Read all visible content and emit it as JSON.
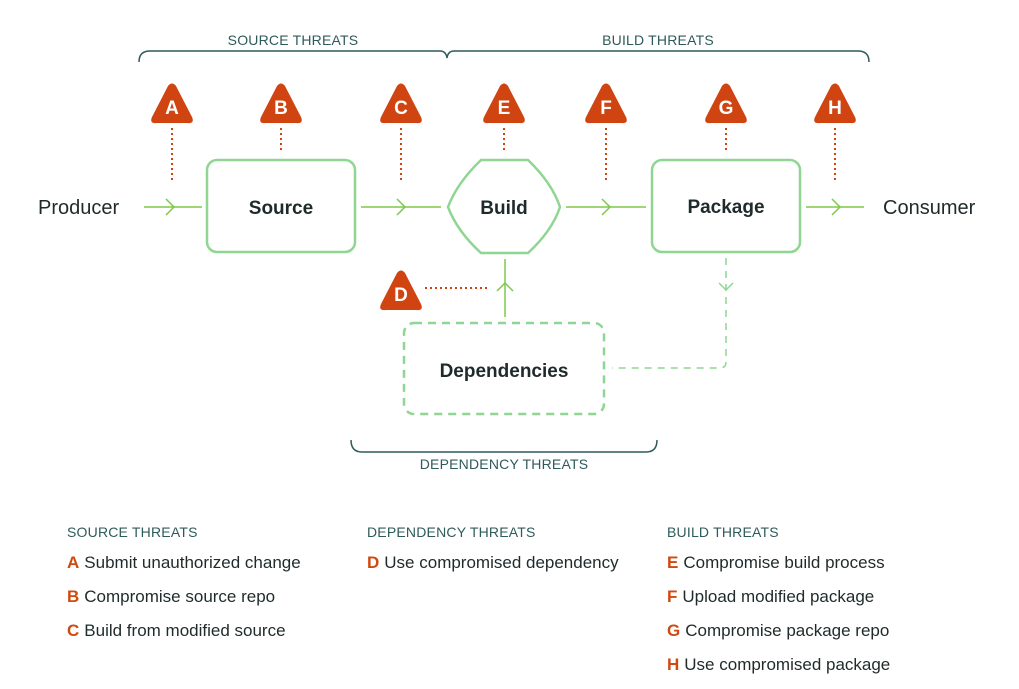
{
  "colors": {
    "threat": "#cf4410",
    "flow": "#8fd693",
    "arrow": "#7ec84a",
    "bracket": "#2f5a5a",
    "text": "#1f2a2a"
  },
  "diagram": {
    "sections": {
      "source": "SOURCE THREATS",
      "build": "BUILD THREATS",
      "dependency": "DEPENDENCY THREATS"
    },
    "endpoints": {
      "producer": "Producer",
      "consumer": "Consumer"
    },
    "nodes": {
      "source": "Source",
      "build": "Build",
      "package": "Package",
      "dependencies": "Dependencies"
    },
    "threats": [
      "A",
      "B",
      "C",
      "D",
      "E",
      "F",
      "G",
      "H"
    ]
  },
  "legend": [
    {
      "title": "SOURCE THREATS",
      "items": [
        {
          "letter": "A",
          "text": "Submit unauthorized change"
        },
        {
          "letter": "B",
          "text": "Compromise source repo"
        },
        {
          "letter": "C",
          "text": "Build from modified source"
        }
      ]
    },
    {
      "title": "DEPENDENCY THREATS",
      "items": [
        {
          "letter": "D",
          "text": "Use compromised dependency"
        }
      ]
    },
    {
      "title": "BUILD THREATS",
      "items": [
        {
          "letter": "E",
          "text": "Compromise build process"
        },
        {
          "letter": "F",
          "text": "Upload modified package"
        },
        {
          "letter": "G",
          "text": "Compromise package repo"
        },
        {
          "letter": "H",
          "text": "Use compromised package"
        }
      ]
    }
  ]
}
